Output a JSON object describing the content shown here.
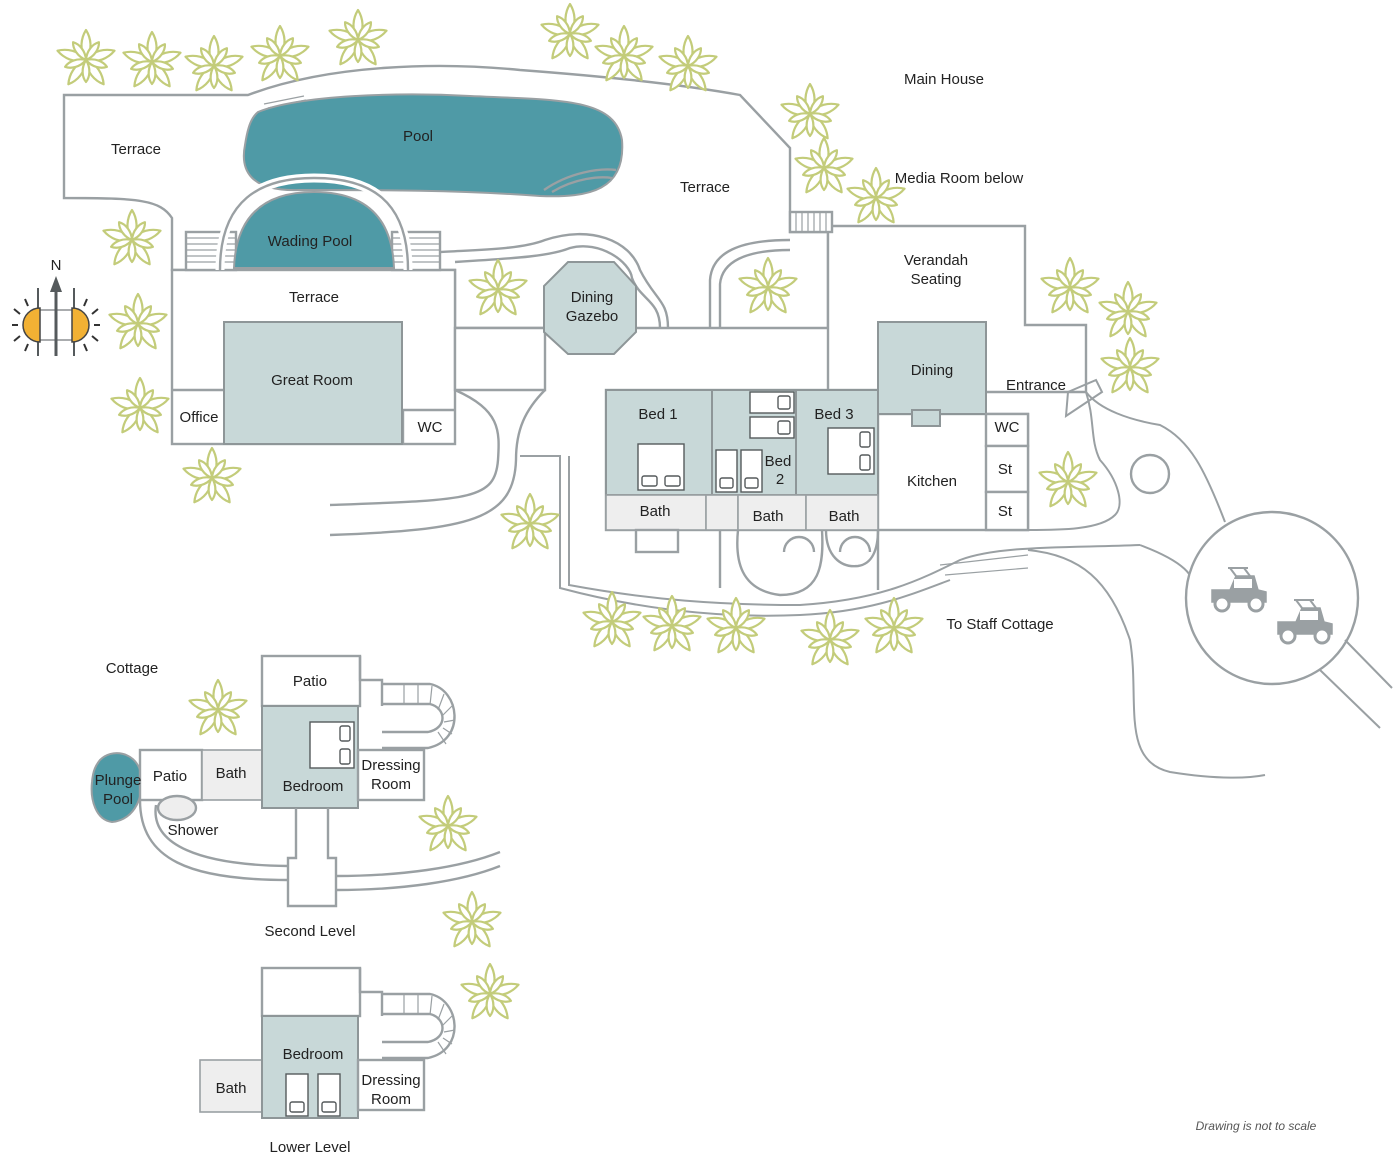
{
  "labels": {
    "main_house": "Main House",
    "media_room": "Media Room below",
    "terrace_w": "Terrace",
    "pool": "Pool",
    "terrace_e": "Terrace",
    "wading_pool": "Wading Pool",
    "terrace_mid": "Terrace",
    "dining_gazebo_1": "Dining",
    "dining_gazebo_2": "Gazebo",
    "verandah_1": "Verandah",
    "verandah_2": "Seating",
    "great_room": "Great Room",
    "office": "Office",
    "wc_west": "WC",
    "bed1": "Bed 1",
    "bed2_1": "Bed",
    "bed2_2": "2",
    "bed3": "Bed 3",
    "dining": "Dining",
    "entrance": "Entrance",
    "wc_east": "WC",
    "kitchen": "Kitchen",
    "st1": "St",
    "st2": "St",
    "bath1": "Bath",
    "bath2": "Bath",
    "bath3": "Bath",
    "to_staff": "To Staff Cottage",
    "cottage": "Cottage",
    "patio_top": "Patio",
    "patio_side": "Patio",
    "plunge_1": "Plunge",
    "plunge_2": "Pool",
    "cot_bath": "Bath",
    "cot_bedroom": "Bedroom",
    "dressing_1": "Dressing",
    "dressing_2": "Room",
    "shower": "Shower",
    "second_level": "Second Level",
    "low_bedroom": "Bedroom",
    "low_bath": "Bath",
    "low_dressing_1": "Dressing",
    "low_dressing_2": "Room",
    "lower_level": "Lower Level",
    "compass_n": "N",
    "scale_note": "Drawing is not to scale"
  },
  "colors": {
    "wall": "#9aa0a3",
    "room_fill": "#c8d8d8",
    "water": "#4f9aa6",
    "bath_fill": "#eeeeee",
    "plant": "#c3cc7a",
    "sun": "#f2b134"
  },
  "icons": [
    "palm-plant-icon",
    "golf-cart-icon",
    "compass-icon",
    "sun-icon",
    "bed-icon"
  ]
}
